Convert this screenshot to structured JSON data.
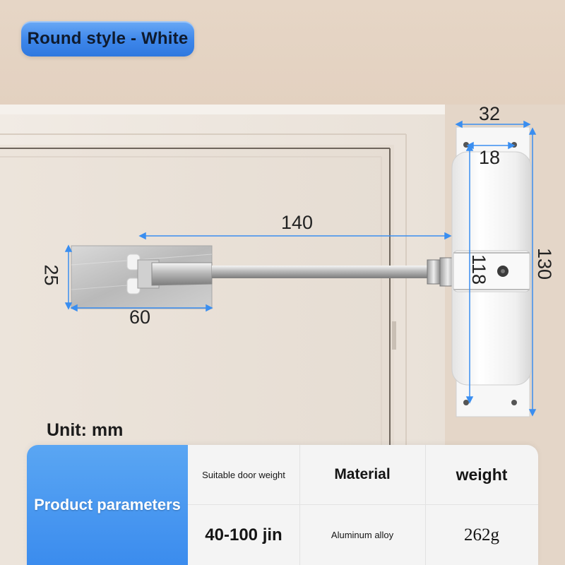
{
  "badge": {
    "label": "Round style - White"
  },
  "dimensions": {
    "closer_width": "32",
    "hole_spacing": "18",
    "arm_length": "140",
    "bracket_height": "25",
    "bracket_width": "60",
    "body_length": "118",
    "total_length": "130"
  },
  "unit": "Unit: mm",
  "params": {
    "heading": "Product parameters",
    "columns": [
      {
        "label": "Suitable door weight",
        "value": "40-100 jin"
      },
      {
        "label": "Material",
        "value": "Aluminum alloy"
      },
      {
        "label": "weight",
        "value": "262g"
      }
    ]
  },
  "colors": {
    "accent": "#3b8cee",
    "dimension_line": "#3a8ef0",
    "closer_body": "#f3f3f3",
    "wall": "#e2d3c4"
  }
}
